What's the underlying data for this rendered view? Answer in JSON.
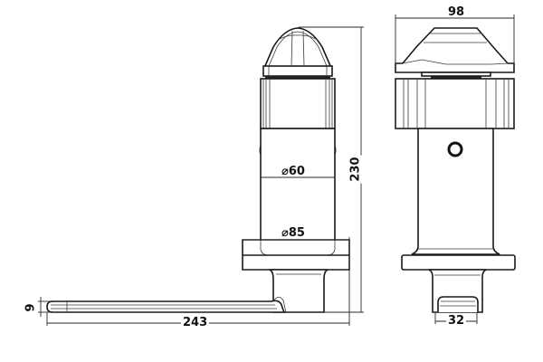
{
  "drawing": {
    "title": "Technical drawing – post / bollard with lever (side and front views)",
    "units": "mm",
    "line_color": "#1a1a1a",
    "background": "#ffffff"
  },
  "side_view": {
    "dimensions": {
      "total_height": "230",
      "upper_column_diameter": "⌀60",
      "base_diameter": "⌀85",
      "lever_length": "243",
      "lever_thickness": "9"
    }
  },
  "front_view": {
    "dimensions": {
      "cap_width": "98",
      "handle_width": "32"
    },
    "features": [
      "dome-cap",
      "threaded-ring",
      "column",
      "pin-hole",
      "flange",
      "neck",
      "handle"
    ]
  }
}
